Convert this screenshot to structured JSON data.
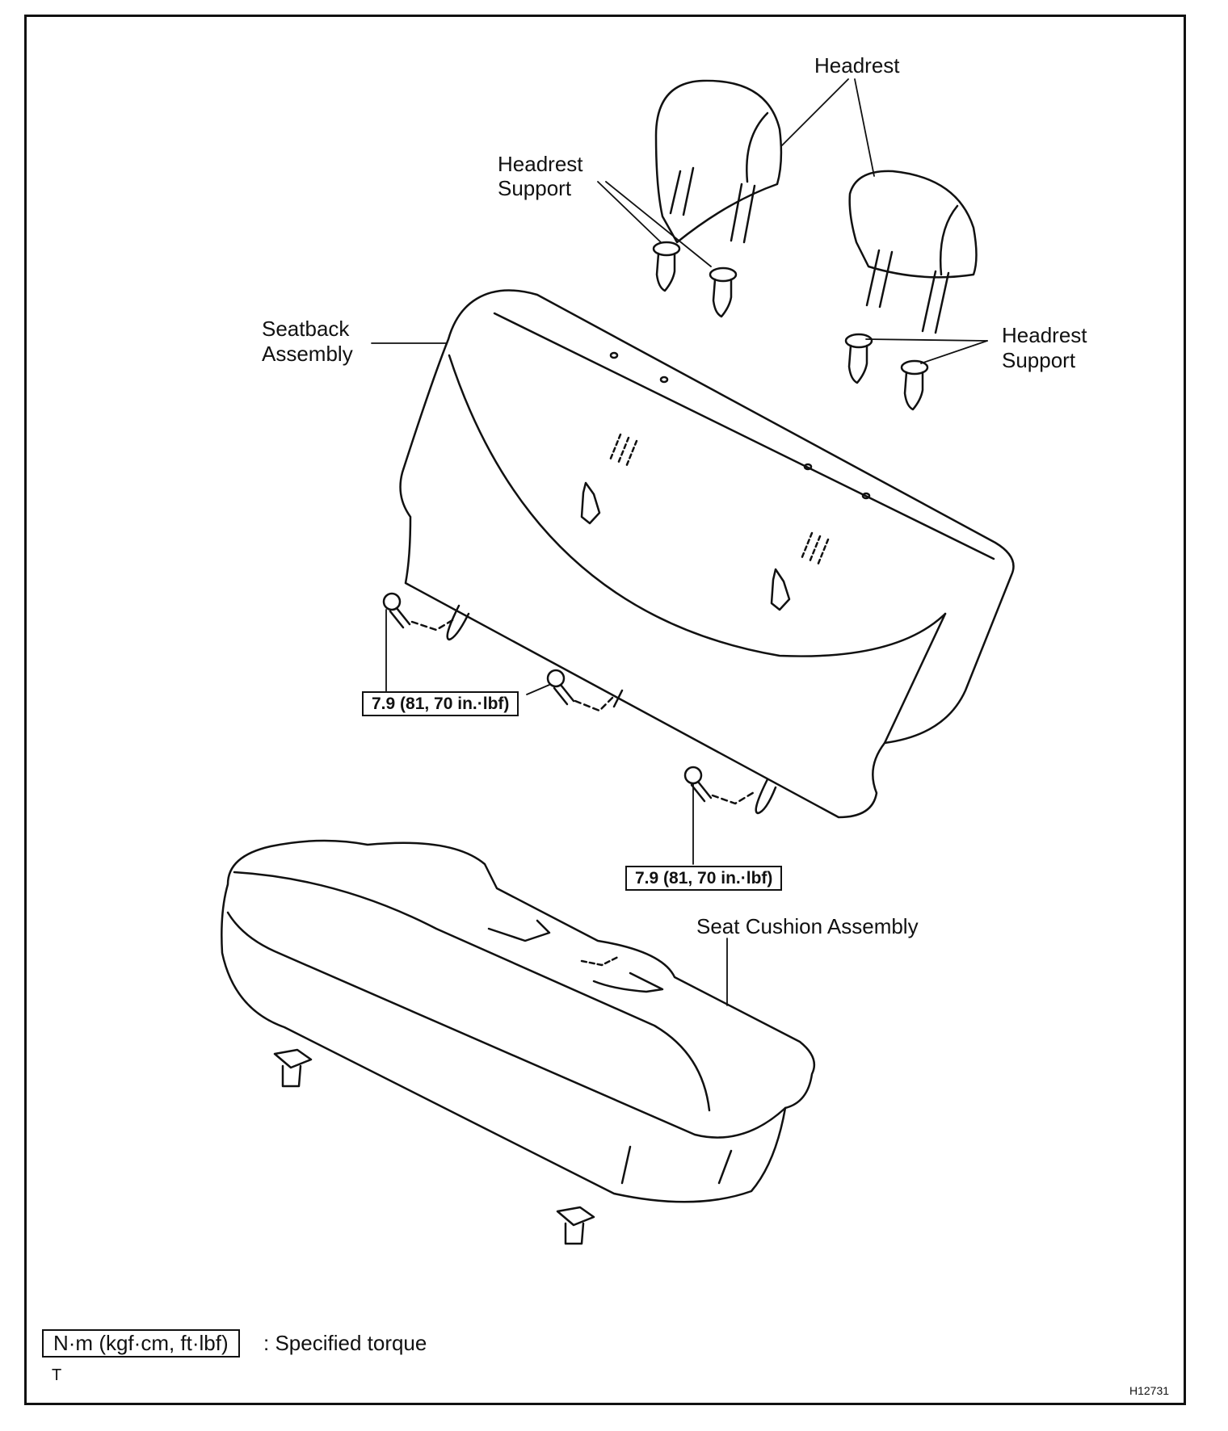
{
  "labels": {
    "headrest": "Headrest",
    "headrest_support_left_1": "Headrest",
    "headrest_support_left_2": "Support",
    "headrest_support_right_1": "Headrest",
    "headrest_support_right_2": "Support",
    "seatback_1": "Seatback",
    "seatback_2": "Assembly",
    "seat_cushion": "Seat Cushion Assembly"
  },
  "torque_specs": [
    "7.9 (81, 70 in.·lbf)",
    "7.9 (81, 70 in.·lbf)"
  ],
  "legend": {
    "unit_box": "N·m (kgf·cm, ft·lbf)",
    "description": ": Specified torque",
    "mark": "T"
  },
  "figure_id": "H12731"
}
